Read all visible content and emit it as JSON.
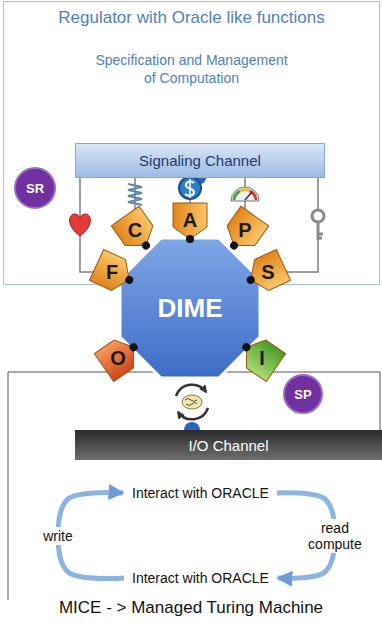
{
  "diagram": {
    "caption": "MICE - > Managed Turing Machine",
    "nodes": [
      {
        "text": [
          "Regulator with Oracle like functions",
          "Specification and Management of Computation"
        ]
      },
      {
        "text": [
          "Signaling Channel"
        ],
        "in": 0
      },
      {
        "text": [
          "SR"
        ],
        "in": 0
      },
      {
        "text": [
          "DIME"
        ]
      },
      {
        "text": [
          "F"
        ]
      },
      {
        "text": [
          "C"
        ]
      },
      {
        "text": [
          "A"
        ]
      },
      {
        "text": [
          "P"
        ]
      },
      {
        "text": [
          "S"
        ]
      },
      {
        "text": [
          "O"
        ]
      },
      {
        "text": [
          "I"
        ]
      },
      {
        "text": [
          "SP"
        ]
      },
      {
        "text": [
          "I/O Channel"
        ]
      },
      {
        "text": [
          "Interact with ORACLE"
        ]
      },
      {
        "text": [
          "Interact with ORACLE"
        ]
      }
    ],
    "edges": [
      {
        "from": 1,
        "to": 4,
        "arrow": "none"
      },
      {
        "from": 1,
        "to": 5,
        "arrow": "none"
      },
      {
        "from": 1,
        "to": 6,
        "arrow": "none"
      },
      {
        "from": 1,
        "to": 7,
        "arrow": "none"
      },
      {
        "from": 1,
        "to": 8,
        "arrow": "none"
      },
      {
        "from": 13,
        "to": 14,
        "label": "read compute",
        "arrow": "to"
      },
      {
        "from": 14,
        "to": 13,
        "label": "write",
        "arrow": "to"
      }
    ]
  }
}
